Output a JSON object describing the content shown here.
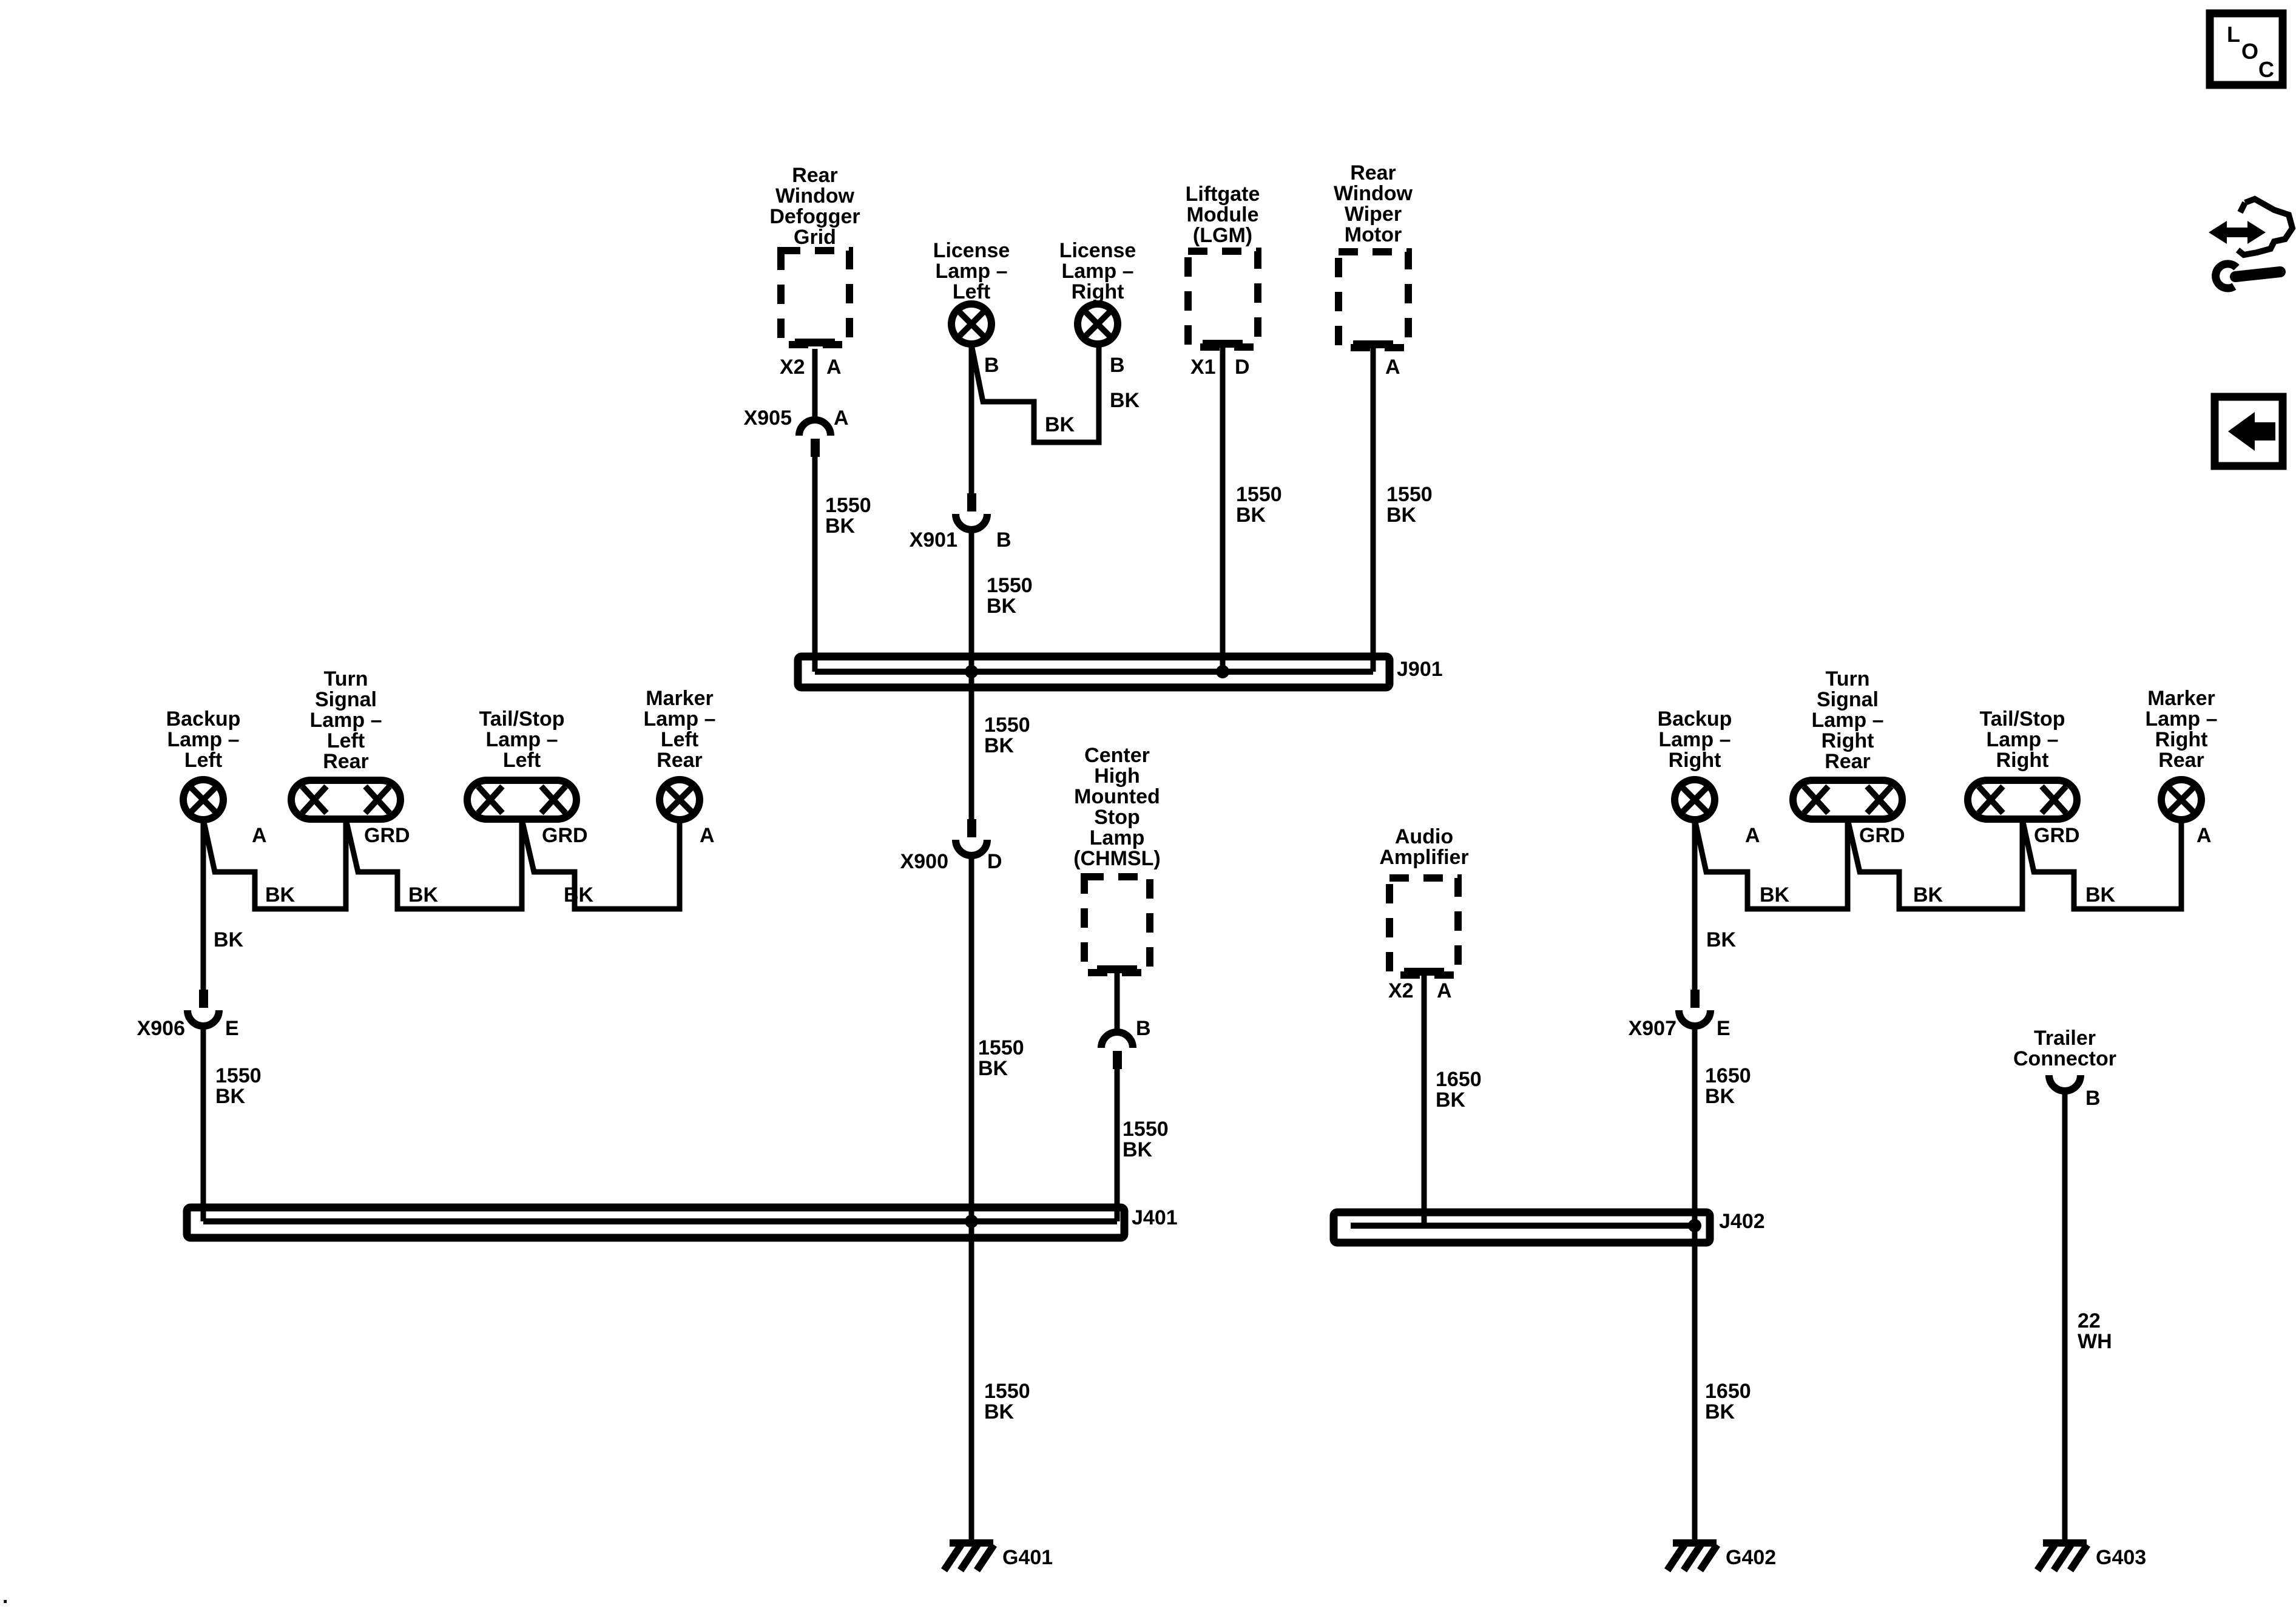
{
  "page": {
    "background": "#ffffff",
    "line_color": "#000000"
  },
  "corner": {
    "loc": {
      "l": "L",
      "o": "O",
      "c": "C"
    }
  },
  "components": {
    "defogger": {
      "label": "Rear\nWindow\nDefogger\nGrid",
      "conn": "X2",
      "pin": "A"
    },
    "license_left": {
      "label": "License\nLamp –\nLeft",
      "pin": "B"
    },
    "license_right": {
      "label": "License\nLamp –\nRight",
      "pin": "B"
    },
    "lgm": {
      "label": "Liftgate\nModule\n(LGM)",
      "conn": "X1",
      "pin": "D"
    },
    "wiper": {
      "label": "Rear\nWindow\nWiper\nMotor",
      "pin": "A"
    },
    "backup_left": {
      "label": "Backup\nLamp –\nLeft",
      "pin": "A"
    },
    "turn_left": {
      "label": "Turn\nSignal\nLamp –\nLeft\nRear",
      "pin": "GRD"
    },
    "tail_left": {
      "label": "Tail/Stop\nLamp –\nLeft",
      "pin": "GRD"
    },
    "marker_left": {
      "label": "Marker\nLamp –\nLeft\nRear",
      "pin": "A"
    },
    "chmsl": {
      "label": "Center\nHigh\nMounted\nStop\nLamp\n(CHMSL)",
      "pin": "B"
    },
    "audio_amp": {
      "label": "Audio\nAmplifier",
      "conn": "X2",
      "pin": "A"
    },
    "backup_right": {
      "label": "Backup\nLamp –\nRight",
      "pin": "A"
    },
    "turn_right": {
      "label": "Turn\nSignal\nLamp –\nRight\nRear",
      "pin": "GRD"
    },
    "tail_right": {
      "label": "Tail/Stop\nLamp –\nRight",
      "pin": "GRD"
    },
    "marker_right": {
      "label": "Marker\nLamp –\nRight\nRear",
      "pin": "A"
    },
    "trailer": {
      "label": "Trailer\nConnector",
      "pin": "B"
    }
  },
  "splices": {
    "x905": {
      "label": "X905",
      "pin": "A"
    },
    "x901": {
      "label": "X901",
      "pin": "B"
    },
    "x900": {
      "label": "X900",
      "pin": "D"
    },
    "x906": {
      "label": "X906",
      "pin": "E"
    },
    "x907": {
      "label": "X907",
      "pin": "E"
    }
  },
  "junctions": {
    "j901": "J901",
    "j401": "J401",
    "j402": "J402"
  },
  "grounds": {
    "g401": "G401",
    "g402": "G402",
    "g403": "G403"
  },
  "wire_labels": {
    "w1550": "1550\nBK",
    "w1650": "1650\nBK",
    "w22wh": "22\nWH",
    "bk": "BK"
  },
  "footer_dot": "."
}
